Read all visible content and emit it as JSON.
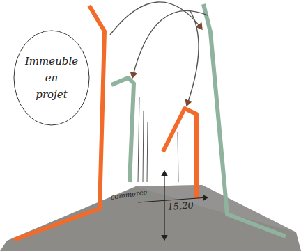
{
  "diagram": {
    "nodes": [
      {
        "text": [
          "Immeuble en projet"
        ]
      }
    ],
    "labels": [
      "commerce",
      "15,20"
    ]
  }
}
